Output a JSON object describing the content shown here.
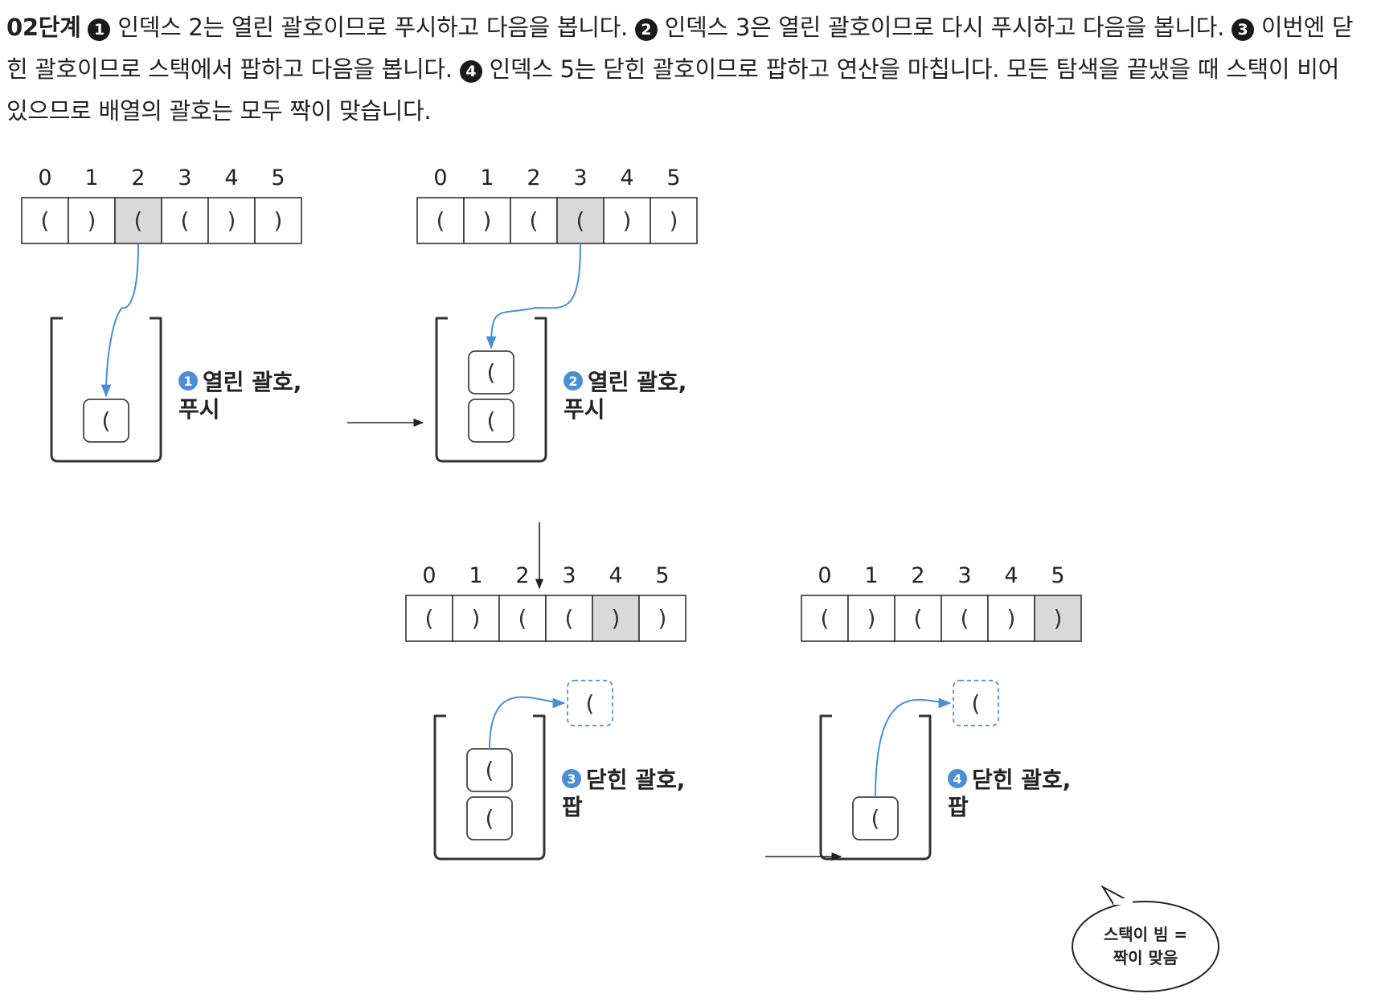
{
  "paragraph": {
    "step": "02단계",
    "badges": [
      "1",
      "2",
      "3",
      "4"
    ],
    "s1": "인덱스 2는 열린 괄호이므로 푸시하고 다음을 봅니다.",
    "s2": "인덱스 3은 열린 괄호이므로 다시 푸시하고 다음을 봅니다.",
    "s3": "이번엔 닫힌 괄호이므로 스택에서 팝하고 다음을 봅니다.",
    "s4": "인덱스 5는 닫힌 괄호이므로 팝하고 연산을 마칩니다. 모든 탐색을 끝냈을 때 스택이 비어 있으므로 배열의 괄호는 모두 짝이 맞습니다."
  },
  "array": {
    "indices": [
      "0",
      "1",
      "2",
      "3",
      "4",
      "5"
    ],
    "cells": [
      "(",
      ")",
      "(",
      "(",
      ")",
      ")"
    ]
  },
  "panels": [
    {
      "badge": "1",
      "label_line1": "열린 괄호,",
      "label_line2": "푸시",
      "highlight_index": 2,
      "stack": [
        "("
      ],
      "popped": ""
    },
    {
      "badge": "2",
      "label_line1": "열린 괄호,",
      "label_line2": "푸시",
      "highlight_index": 3,
      "stack": [
        "(",
        "("
      ],
      "popped": ""
    },
    {
      "badge": "3",
      "label_line1": "닫힌 괄호,",
      "label_line2": "팝",
      "highlight_index": 4,
      "stack": [
        "(",
        "("
      ],
      "popped": "("
    },
    {
      "badge": "4",
      "label_line1": "닫힌 괄호,",
      "label_line2": "팝",
      "highlight_index": 5,
      "stack": [
        "("
      ],
      "popped": "("
    }
  ],
  "speech_bubble": {
    "line1": "스택이 빔 =",
    "line2": "짝이 맞음"
  },
  "colors": {
    "highlight": "#d9d9d9",
    "accent": "#4a8fd6",
    "border": "#333333"
  }
}
